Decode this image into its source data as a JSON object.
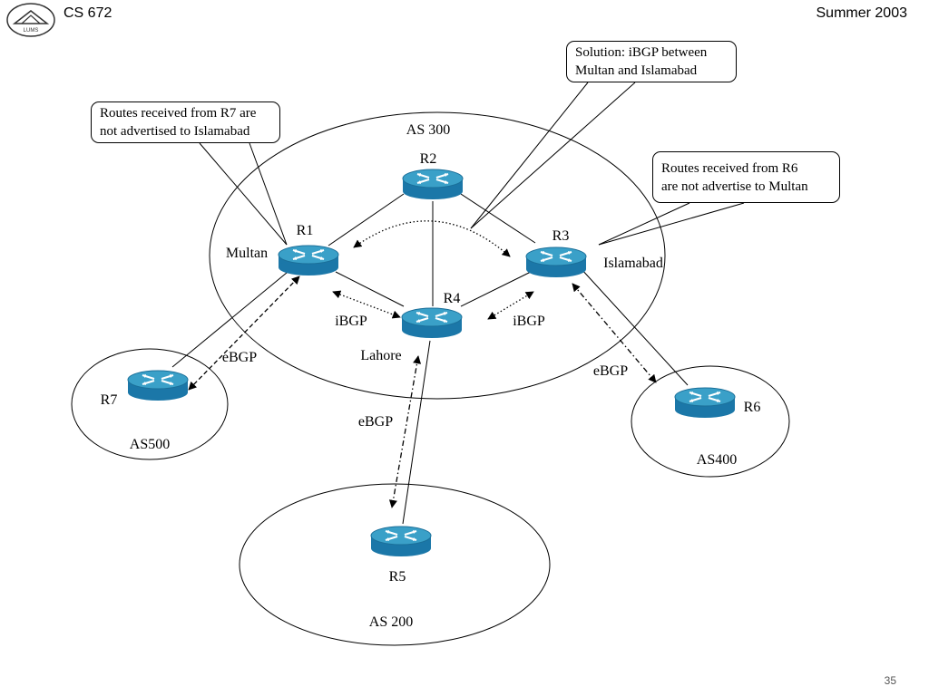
{
  "header": {
    "course": "CS 672",
    "term": "Summer 2003",
    "logo_text": "LUMS"
  },
  "footer": {
    "page": "35"
  },
  "colors": {
    "router_top": "#3aa0c8",
    "router_side": "#1b77a8",
    "line": "#000000"
  },
  "diagram": {
    "ases": {
      "as300": "AS 300",
      "as500": "AS500",
      "as400": "AS400",
      "as200": "AS 200"
    },
    "routers": {
      "r1": {
        "label": "R1",
        "place": "Multan"
      },
      "r2": {
        "label": "R2"
      },
      "r3": {
        "label": "R3",
        "place": "Islamabad"
      },
      "r4": {
        "label": "R4",
        "place": "Lahore"
      },
      "r5": {
        "label": "R5"
      },
      "r6": {
        "label": "R6"
      },
      "r7": {
        "label": "R7"
      }
    },
    "sessions": {
      "ibgp_r1_r4": "iBGP",
      "ibgp_r4_r3": "iBGP",
      "ebgp_r7": "eBGP",
      "ebgp_r6": "eBGP",
      "ebgp_r5": "eBGP"
    },
    "callouts": {
      "r7_note": [
        "Routes received from R7 are",
        "not advertised to Islamabad"
      ],
      "solution": [
        "Solution: iBGP between",
        "Multan and Islamabad"
      ],
      "r6_note": [
        "Routes received from R6",
        "are not advertise to Multan"
      ]
    }
  }
}
